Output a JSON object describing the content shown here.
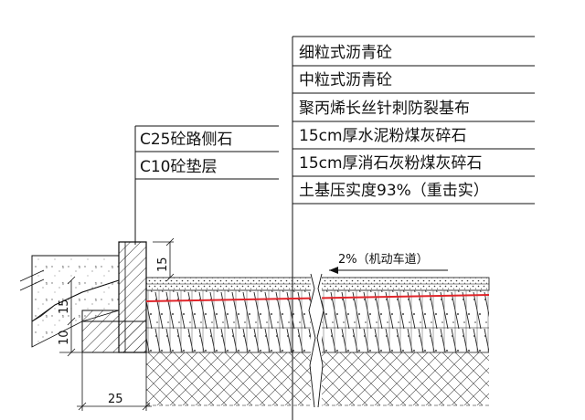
{
  "layer_labels": [
    "细粒式沥青砼",
    "中粒式沥青砼",
    "聚丙烯长丝针刺防裂基布",
    "15cm厚水泥粉煤灰碎石",
    "15cm厚消石灰粉煤灰碎石",
    "土基压实度93%（重击实）"
  ],
  "curb_labels": [
    "C25砼路侧石",
    "C10砼垫层"
  ],
  "slope_label": "2%（机动车道）",
  "dimensions": {
    "curb_height": "15",
    "side_height": "15",
    "bedding_height": "10",
    "bedding_width": "25"
  },
  "colors": {
    "line": "#111111",
    "crack_fabric": "#e0262b"
  }
}
